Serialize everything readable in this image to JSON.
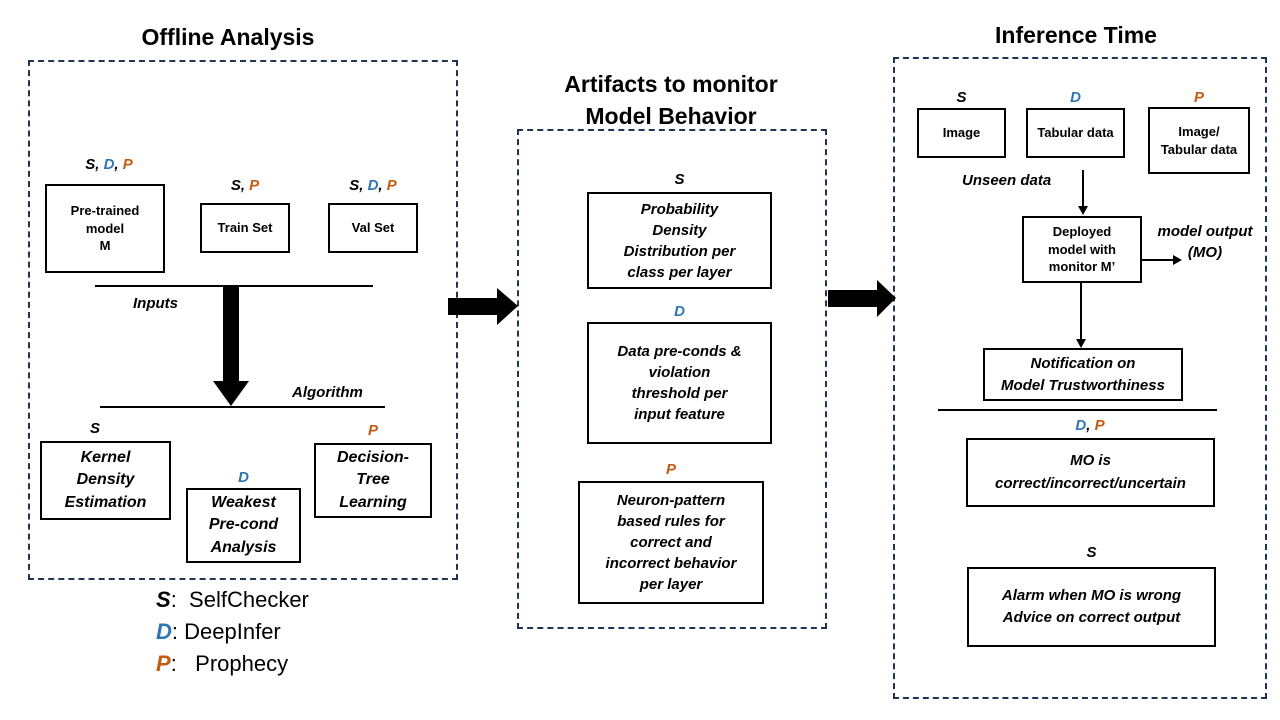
{
  "colors": {
    "S": "#000000",
    "D": "#2e75b6",
    "P": "#c55a11",
    "dashed_border": "#1f3553"
  },
  "tag_separator": ", ",
  "offline": {
    "title": "Offline Analysis",
    "pretrained": {
      "tags": [
        "S",
        "D",
        "P"
      ],
      "label_line1": "Pre-trained",
      "label_line2": "model",
      "label_line3": "M"
    },
    "trainset": {
      "tags": [
        "S",
        "P"
      ],
      "label": "Train Set"
    },
    "valset": {
      "tags": [
        "S",
        "D",
        "P"
      ],
      "label": "Val Set"
    },
    "inputs_label": "Inputs",
    "algorithm_label": "Algorithm",
    "kde": {
      "tag": "S",
      "line1": "Kernel",
      "line2": "Density",
      "line3": "Estimation"
    },
    "wpa": {
      "tag": "D",
      "line1": "Weakest",
      "line2": "Pre-cond",
      "line3": "Analysis"
    },
    "dtl": {
      "tag": "P",
      "line1": "Decision-",
      "line2": "Tree",
      "line3": "Learning"
    }
  },
  "legend": [
    {
      "key": "S",
      "sep": ":",
      "name": "SelfChecker"
    },
    {
      "key": "D",
      "sep": ":",
      "name": "DeepInfer"
    },
    {
      "key": "P",
      "sep": ":",
      "name": "Prophecy"
    }
  ],
  "artifacts": {
    "title_line1": "Artifacts to monitor",
    "title_line2": "Model Behavior",
    "pdd": {
      "tag": "S",
      "line1": "Probability",
      "line2": "Density",
      "line3": "Distribution per",
      "line4": "class per layer"
    },
    "dpc": {
      "tag": "D",
      "line1": "Data pre-conds &",
      "line2": "violation",
      "line3": "threshold per",
      "line4": "input feature"
    },
    "npr": {
      "tag": "P",
      "line1": "Neuron-pattern",
      "line2": "based rules for",
      "line3": "correct and",
      "line4": "incorrect behavior",
      "line5": "per layer"
    }
  },
  "inference": {
    "title": "Inference Time",
    "image": {
      "tag": "S",
      "label": "Image"
    },
    "tabular": {
      "tag": "D",
      "label": "Tabular data"
    },
    "imgtab": {
      "tag": "P",
      "line1": "Image/",
      "line2": "Tabular data"
    },
    "unseen_label": "Unseen data",
    "deployed": {
      "line1": "Deployed",
      "line2": "model with",
      "line3": "monitor M’"
    },
    "mo_line1": "model output",
    "mo_line2": "(MO)",
    "notification": {
      "line1": "Notification on",
      "line2": "Model Trustworthiness"
    },
    "mo_is": {
      "tags": [
        "D",
        "P"
      ],
      "line1": "MO is",
      "line2": "correct/incorrect/uncertain"
    },
    "alarm": {
      "tag": "S",
      "line1": "Alarm when MO is wrong",
      "line2": "Advice on correct output"
    }
  }
}
